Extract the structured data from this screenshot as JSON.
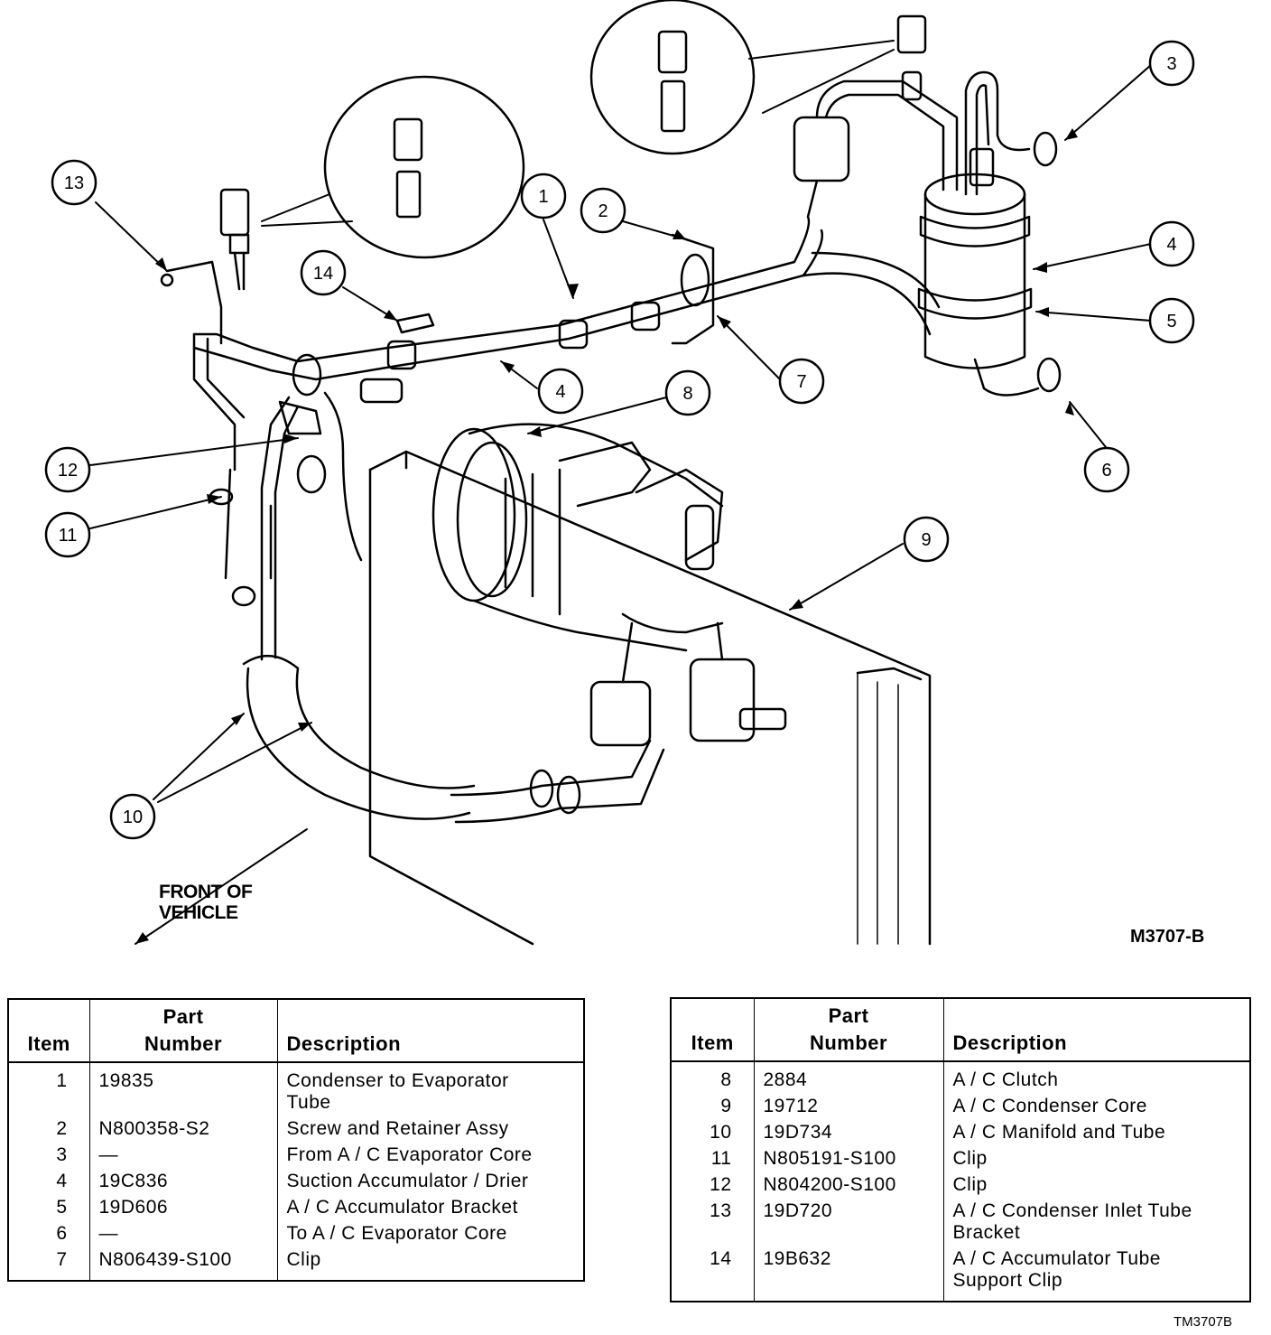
{
  "figure": {
    "front_label_line1": "FRONT OF",
    "front_label_line2": "VEHICLE",
    "figure_code": "M3707-B",
    "document_code": "TM3707B",
    "callouts": [
      "1",
      "2",
      "3",
      "4",
      "5",
      "4",
      "6",
      "7",
      "8",
      "9",
      "10",
      "11",
      "12",
      "13",
      "14"
    ]
  },
  "table_left": {
    "headers": {
      "item": "Item",
      "part_number_1": "Part",
      "part_number_2": "Number",
      "description": "Description"
    },
    "rows": [
      {
        "item": "1",
        "part": "19835",
        "desc1": "Condenser to Evaporator",
        "desc2": "Tube"
      },
      {
        "item": "2",
        "part": "N800358-S2",
        "desc1": "Screw and Retainer Assy",
        "desc2": ""
      },
      {
        "item": "3",
        "part": "—",
        "desc1": "From A / C Evaporator Core",
        "desc2": ""
      },
      {
        "item": "4",
        "part": "19C836",
        "desc1": "Suction Accumulator / Drier",
        "desc2": ""
      },
      {
        "item": "5",
        "part": "19D606",
        "desc1": "A / C Accumulator Bracket",
        "desc2": ""
      },
      {
        "item": "6",
        "part": "—",
        "desc1": "To A / C Evaporator Core",
        "desc2": ""
      },
      {
        "item": "7",
        "part": "N806439-S100",
        "desc1": "Clip",
        "desc2": ""
      }
    ]
  },
  "table_right": {
    "headers": {
      "item": "Item",
      "part_number_1": "Part",
      "part_number_2": "Number",
      "description": "Description"
    },
    "rows": [
      {
        "item": "8",
        "part": "2884",
        "desc1": "A / C Clutch",
        "desc2": ""
      },
      {
        "item": "9",
        "part": "19712",
        "desc1": "A / C Condenser Core",
        "desc2": ""
      },
      {
        "item": "10",
        "part": "19D734",
        "desc1": "A / C Manifold and Tube",
        "desc2": ""
      },
      {
        "item": "11",
        "part": "N805191-S100",
        "desc1": "Clip",
        "desc2": ""
      },
      {
        "item": "12",
        "part": "N804200-S100",
        "desc1": "Clip",
        "desc2": ""
      },
      {
        "item": "13",
        "part": "19D720",
        "desc1": "A / C Condenser Inlet Tube",
        "desc2": "Bracket"
      },
      {
        "item": "14",
        "part": "19B632",
        "desc1": "A / C Accumulator Tube",
        "desc2": "Support Clip"
      }
    ]
  }
}
